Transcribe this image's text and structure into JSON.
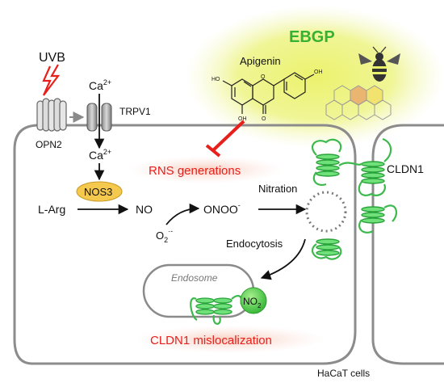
{
  "stimulus": {
    "label": "UVB"
  },
  "receptors": {
    "opn2": "OPN2",
    "trpv1": "TRPV1"
  },
  "ions": {
    "ca_top": "Ca",
    "ca_top_sup": "2+",
    "ca_bottom": "Ca",
    "ca_bottom_sup": "2+"
  },
  "extract": {
    "title": "EBGP",
    "compound": "Apigenin",
    "accent_color": "#33b233",
    "glow_color": "#e9f06a"
  },
  "molecule_labels": {
    "ho_top_left": "HO",
    "oh_right": "OH",
    "oh_bottom": "OH",
    "o_ring": "O",
    "o_carbonyl": "O"
  },
  "pathway": {
    "rns": "RNS generations",
    "enzyme": "NOS3",
    "substrate": "L-Arg",
    "no": "NO",
    "superoxide": "O",
    "superoxide_sub": "2",
    "superoxide_sup": "·-",
    "peroxynitrite": "ONOO",
    "peroxynitrite_sup": "-",
    "nitration": "Nitration",
    "endocytosis": "Endocytosis",
    "endosome": "Endosome",
    "no2": "NO",
    "no2_sub": "2",
    "outcome": "CLDN1 mislocalization",
    "alert_color": "#e8201c"
  },
  "junction": {
    "protein": "CLDN1",
    "protein_color": "#3cb84c"
  },
  "cell": {
    "label": "HaCaT cells"
  }
}
